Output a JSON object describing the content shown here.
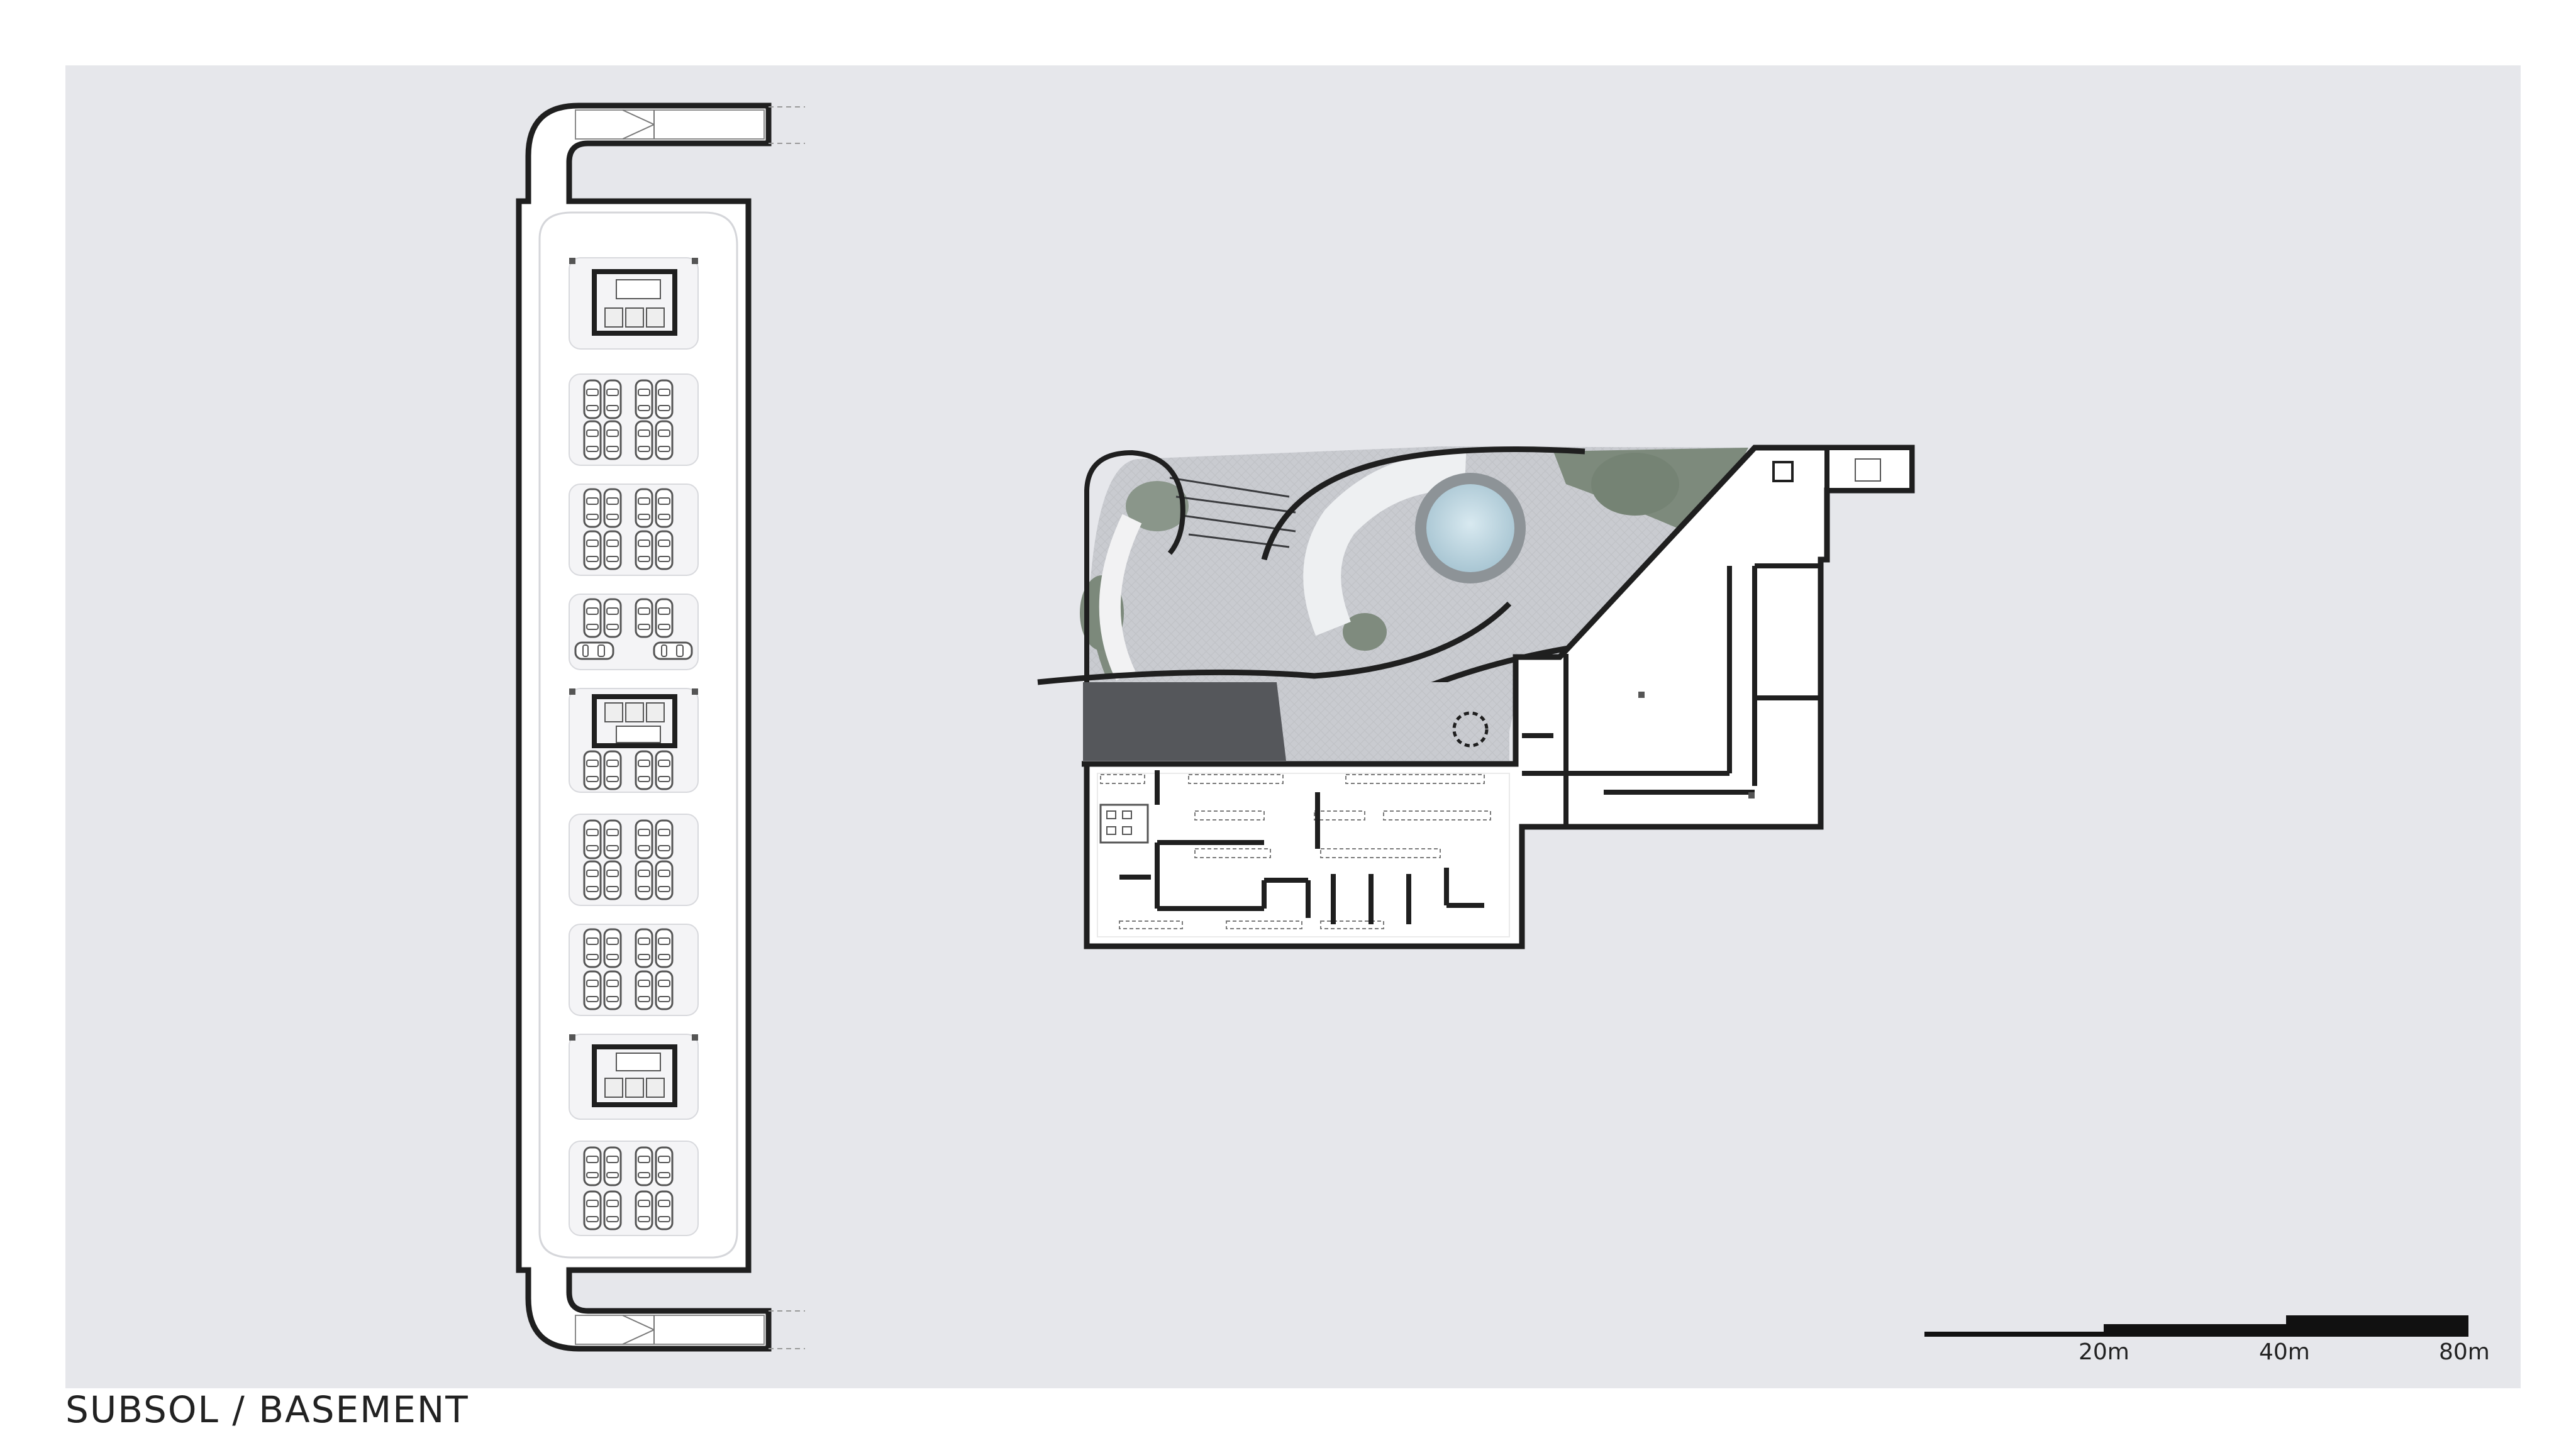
{
  "plan": {
    "title": "SUBSOL / BASEMENT"
  },
  "scale_bar": {
    "labels": [
      "20m",
      "40m",
      "80m"
    ]
  },
  "colors": {
    "background": "#e6e7eb",
    "wall": "#1f1f1f",
    "floor": "#ffffff",
    "plaza_paving": "#c9cbd0",
    "dark_ramp": "#55575b",
    "water": "#c5dbe5",
    "vegetation": "#7f8b7e"
  }
}
